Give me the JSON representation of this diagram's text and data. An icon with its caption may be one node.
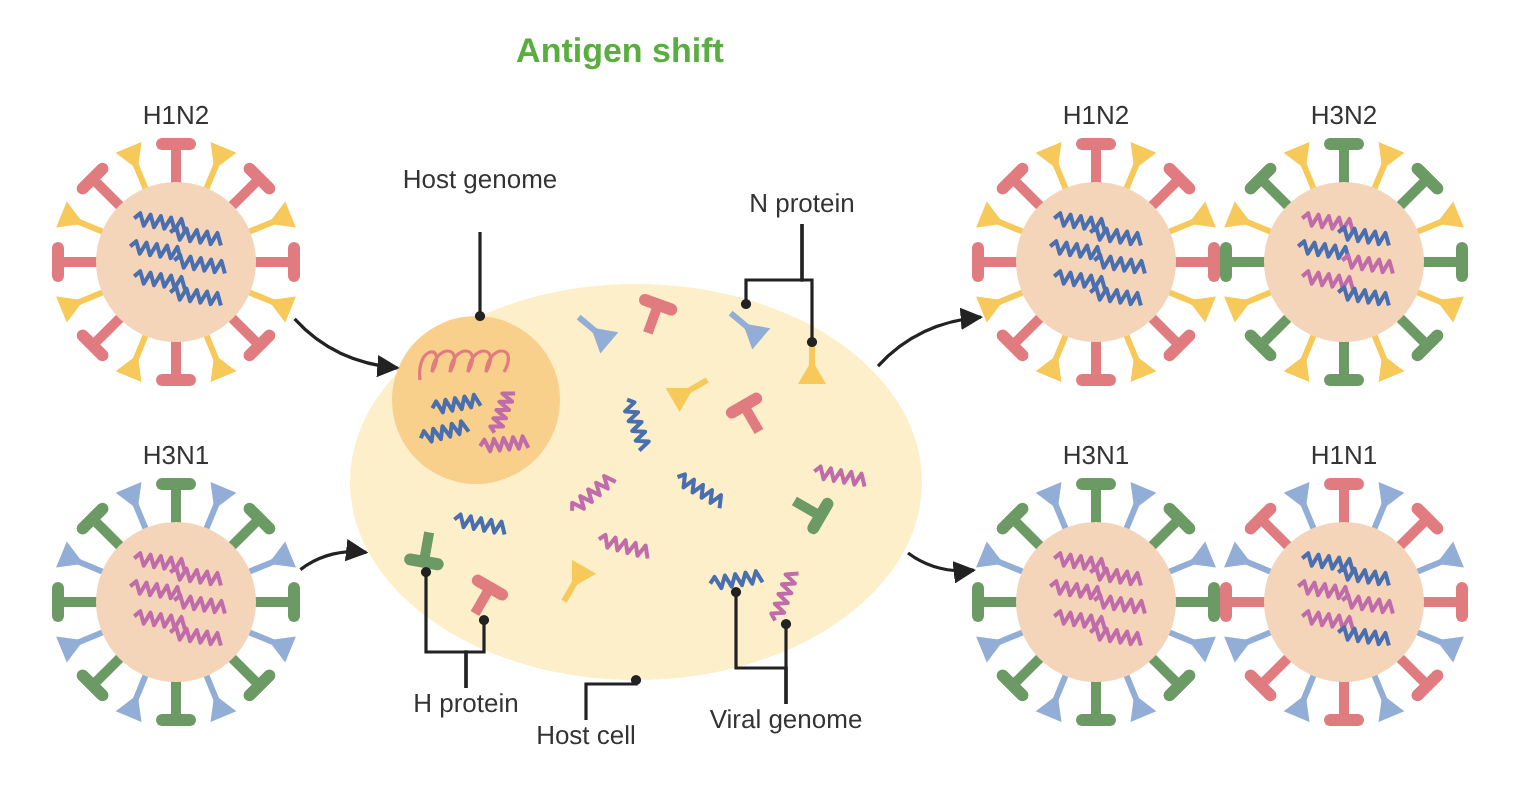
{
  "diagram": {
    "title": "Antigen shift",
    "nodes": [
      {
        "text": [
          "H1N2"
        ]
      },
      {
        "text": [
          "H3N1"
        ]
      },
      {
        "text": [],
        "shape": "ellipse"
      },
      {
        "text": [],
        "shape": "circle",
        "in": 2
      },
      {
        "text": [
          "Host genome"
        ]
      },
      {
        "text": [
          "N protein"
        ]
      },
      {
        "text": [],
        "shape": "picture",
        "in": 2
      },
      {
        "text": [],
        "shape": "picture",
        "in": 2
      },
      {
        "text": [
          "H protein"
        ]
      },
      {
        "text": [],
        "shape": "picture",
        "in": 2
      },
      {
        "text": [],
        "shape": "picture",
        "in": 2
      },
      {
        "text": [
          "Host cell"
        ]
      },
      {
        "text": [
          "Viral genome"
        ]
      },
      {
        "text": [],
        "shape": "picture",
        "in": 2
      },
      {
        "text": [],
        "shape": "picture",
        "in": 2
      },
      {
        "text": [
          "H1N2"
        ]
      },
      {
        "text": [
          "H3N2"
        ]
      },
      {
        "text": [
          "H3N1"
        ]
      },
      {
        "text": [
          "H1N1"
        ]
      }
    ],
    "edges": [
      {
        "from": 0,
        "to": 2,
        "arrow": "to"
      },
      {
        "from": 1,
        "to": 2,
        "arrow": "to"
      },
      {
        "from": 2,
        "to": 15,
        "arrow": "to"
      },
      {
        "from": 2,
        "to": 17,
        "arrow": "to"
      },
      {
        "from": 4,
        "to": 3,
        "arrow": "other"
      },
      {
        "from": 5,
        "to": 6,
        "arrow": "other"
      },
      {
        "from": 5,
        "to": 7,
        "arrow": "other"
      },
      {
        "from": 8,
        "to": 9,
        "arrow": "other"
      },
      {
        "from": 8,
        "to": 10,
        "arrow": "other"
      },
      {
        "from": 11,
        "to": 2,
        "arrow": "other"
      },
      {
        "from": 12,
        "to": 13,
        "arrow": "other"
      },
      {
        "from": 12,
        "to": 14,
        "arrow": "other"
      }
    ]
  }
}
